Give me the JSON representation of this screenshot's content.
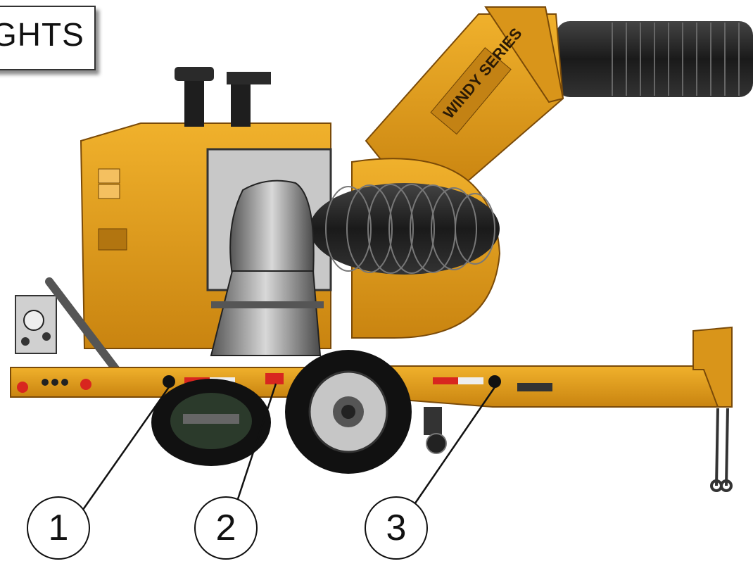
{
  "header_label": "GHTS",
  "brand_decal": "WINDY SERIES",
  "callouts": [
    "1",
    "2",
    "3"
  ],
  "colors": {
    "body_orange": "#e0a020",
    "dark_orange": "#a86a10",
    "tire": "#111111",
    "hose": "#222222",
    "duct_gray": "#8a8a8a",
    "reflector_red": "#d8261f"
  }
}
